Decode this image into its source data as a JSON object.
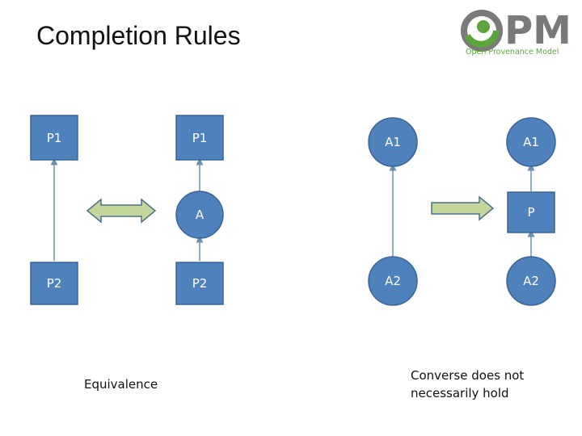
{
  "title": "Completion Rules",
  "logo": {
    "text": "Open Provenance Model",
    "icon": "opm-logo",
    "letters": "PM",
    "colors": {
      "green": "#5aa63c",
      "gray": "#7a7a7a"
    }
  },
  "colors": {
    "node_fill": "#4f81bd",
    "node_stroke": "#3a6596",
    "arrow_fill": "#c4d79b",
    "arrow_stroke": "#4f6f8f",
    "edge": "#6f8fb0"
  },
  "left": {
    "nodes": {
      "p1_a": "P1",
      "p2_a": "P2",
      "p1_b": "P1",
      "a_mid": "A",
      "p2_b": "P2"
    },
    "caption": "Equivalence"
  },
  "right": {
    "nodes": {
      "a1_a": "A1",
      "a2_a": "A2",
      "a1_b": "A1",
      "p_mid": "P",
      "a2_b": "A2"
    },
    "caption": [
      "Converse does not",
      "necessarily hold"
    ]
  }
}
